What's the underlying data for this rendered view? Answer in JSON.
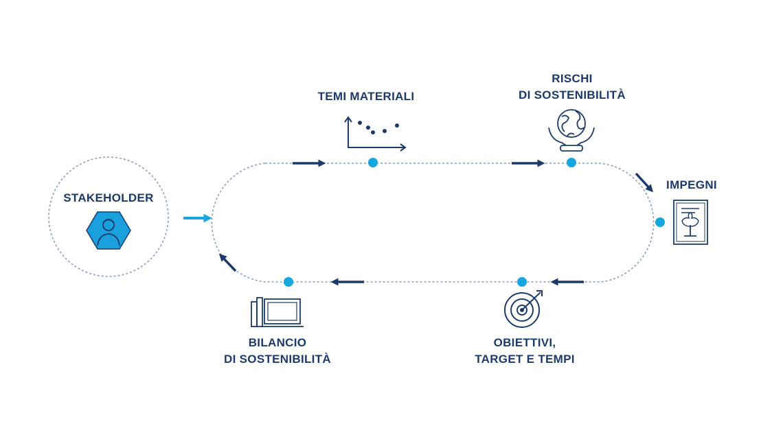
{
  "colors": {
    "navy": "#1b3a6b",
    "cyan": "#16a7df",
    "dotted": "#8a9cc0",
    "hexagon": "#1aa0dc"
  },
  "stakeholder": {
    "label": "STAKEHOLDER",
    "icon": "person-hexagon-icon"
  },
  "steps": [
    {
      "id": "temi-materiali",
      "lines": [
        "TEMI MATERIALI"
      ],
      "icon": "scatter-plot-icon"
    },
    {
      "id": "rischi",
      "lines": [
        "RISCHI",
        "DI SOSTENIBILITÀ"
      ],
      "icon": "globe-in-hands-icon"
    },
    {
      "id": "impegni",
      "lines": [
        "IMPEGNI"
      ],
      "icon": "certificate-tree-icon"
    },
    {
      "id": "obiettivi",
      "lines": [
        "OBIETTIVI,",
        "TARGET E TEMPI"
      ],
      "icon": "target-icon"
    },
    {
      "id": "bilancio",
      "lines": [
        "BILANCIO",
        "DI SOSTENIBILITÀ"
      ],
      "icon": "laptop-report-icon"
    }
  ]
}
